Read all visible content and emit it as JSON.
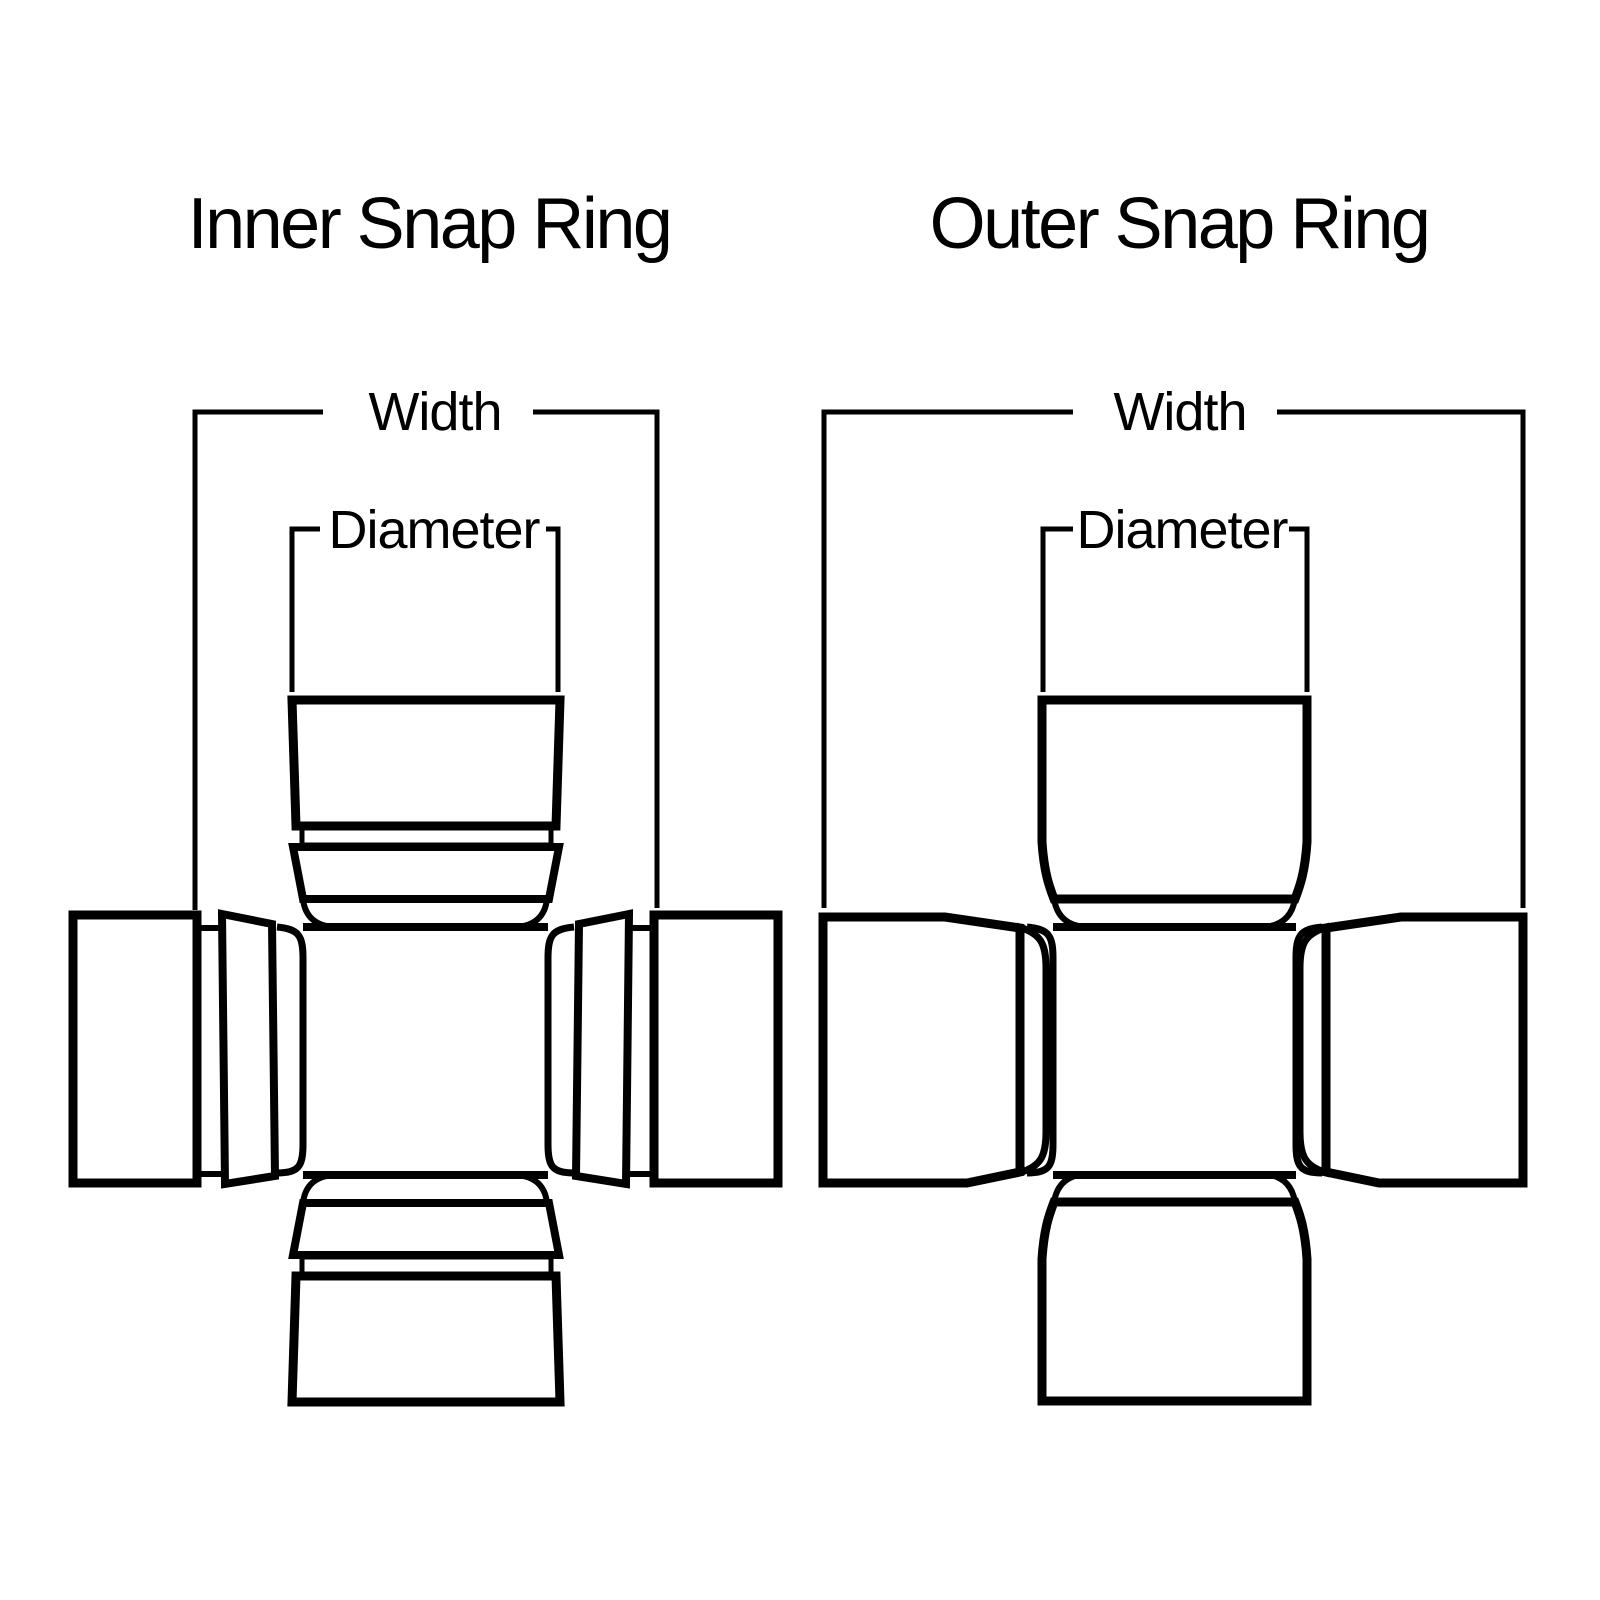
{
  "background_color": "#ffffff",
  "line_color": "#000000",
  "diagrams": [
    {
      "title": "Inner Snap Ring",
      "width_label": "Width",
      "diameter_label": "Diameter"
    },
    {
      "title": "Outer Snap Ring",
      "width_label": "Width",
      "diameter_label": "Diameter"
    }
  ]
}
